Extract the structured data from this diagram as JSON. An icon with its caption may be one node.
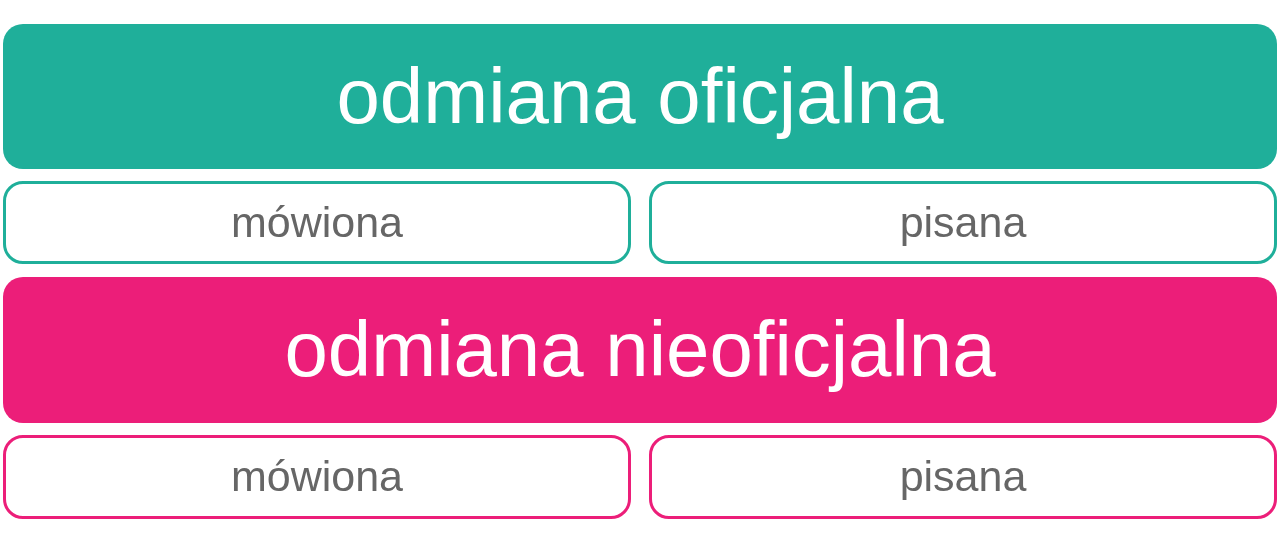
{
  "diagram": {
    "nodes": [
      {
        "text": [
          "odmiana oficjalna"
        ]
      },
      {
        "text": [
          "mówiona"
        ]
      },
      {
        "text": [
          "pisana"
        ]
      },
      {
        "text": [
          "odmiana nieoficjalna"
        ]
      },
      {
        "text": [
          "mówiona"
        ]
      },
      {
        "text": [
          "pisana"
        ]
      }
    ]
  }
}
